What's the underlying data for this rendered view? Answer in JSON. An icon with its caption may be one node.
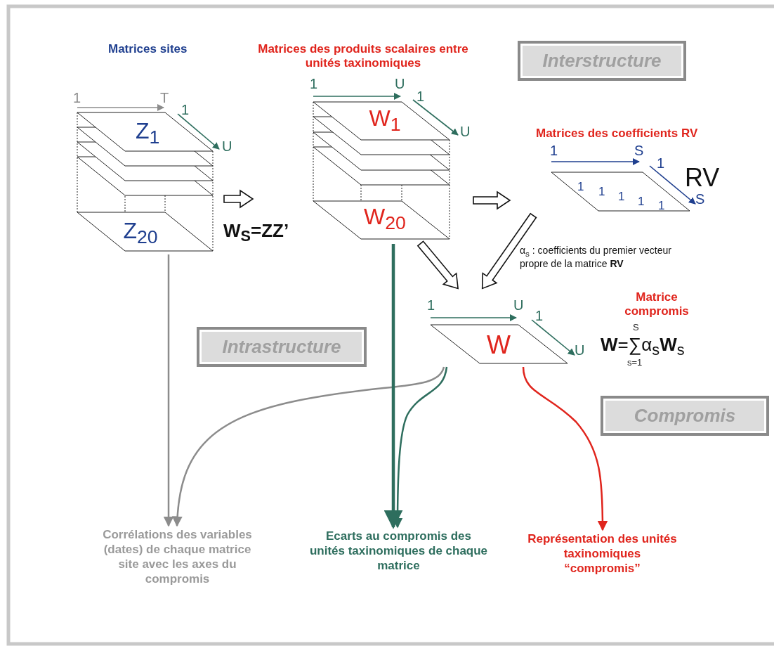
{
  "diagram": {
    "nodes": [
      {
        "text": [
          "Matrices sites",
          "Z$_{1}$",
          "Z$_{20}$"
        ]
      },
      {
        "text": [
          "Matrices des produits scalaires entre unités taxinomiques",
          "W$_{1}$",
          "W$_{20}$"
        ]
      },
      {
        "text": [
          "Matrices des coefficients RV",
          "RV",
          "1",
          "1",
          "1",
          "1",
          "1"
        ]
      },
      {
        "text": [
          "Matrice compromis",
          "W"
        ]
      },
      {
        "text": [
          "Interstructure"
        ]
      },
      {
        "text": [
          "Intrastructure"
        ]
      },
      {
        "text": [
          "Compromis"
        ]
      },
      {
        "text": [
          "Corrélations des variables (dates) de chaque matrice site avec les axes du compromis"
        ]
      },
      {
        "text": [
          "Ecarts au compromis des unités taxinomiques de chaque matrice"
        ]
      },
      {
        "text": [
          "Représentation des unités taxinomiques “compromis”"
        ]
      }
    ],
    "edges": [
      {
        "from": 0,
        "to": 1,
        "arrow": "to",
        "label": "W$_{S}$=ZZ’"
      },
      {
        "from": 1,
        "to": 2,
        "arrow": "to"
      },
      {
        "from": 1,
        "to": 3,
        "arrow": "to"
      },
      {
        "from": 2,
        "to": 3,
        "arrow": "to",
        "label": "α$_{s}$ : coefficients du premier vecteur propre de la matrice **RV**"
      },
      {
        "from": 0,
        "to": 7,
        "arrow": "to",
        "color": "#8c8c8c"
      },
      {
        "from": 3,
        "to": 7,
        "arrow": "to",
        "color": "#8c8c8c"
      },
      {
        "from": 1,
        "to": 8,
        "arrow": "to",
        "style": "thick",
        "color": "#2e6e5e"
      },
      {
        "from": 3,
        "to": 8,
        "arrow": "to",
        "color": "#2e6e5e"
      },
      {
        "from": 3,
        "to": 9,
        "arrow": "to",
        "color": "#e0251d"
      }
    ],
    "labels": [
      "1",
      "T",
      "1",
      "U",
      "1",
      "U",
      "1",
      "U",
      "1",
      "S",
      "1",
      "S",
      "1",
      "U",
      "1",
      "U",
      "S",
      "**W**=∑α$_{s}$**W**$_{s}$",
      "s=1"
    ]
  }
}
